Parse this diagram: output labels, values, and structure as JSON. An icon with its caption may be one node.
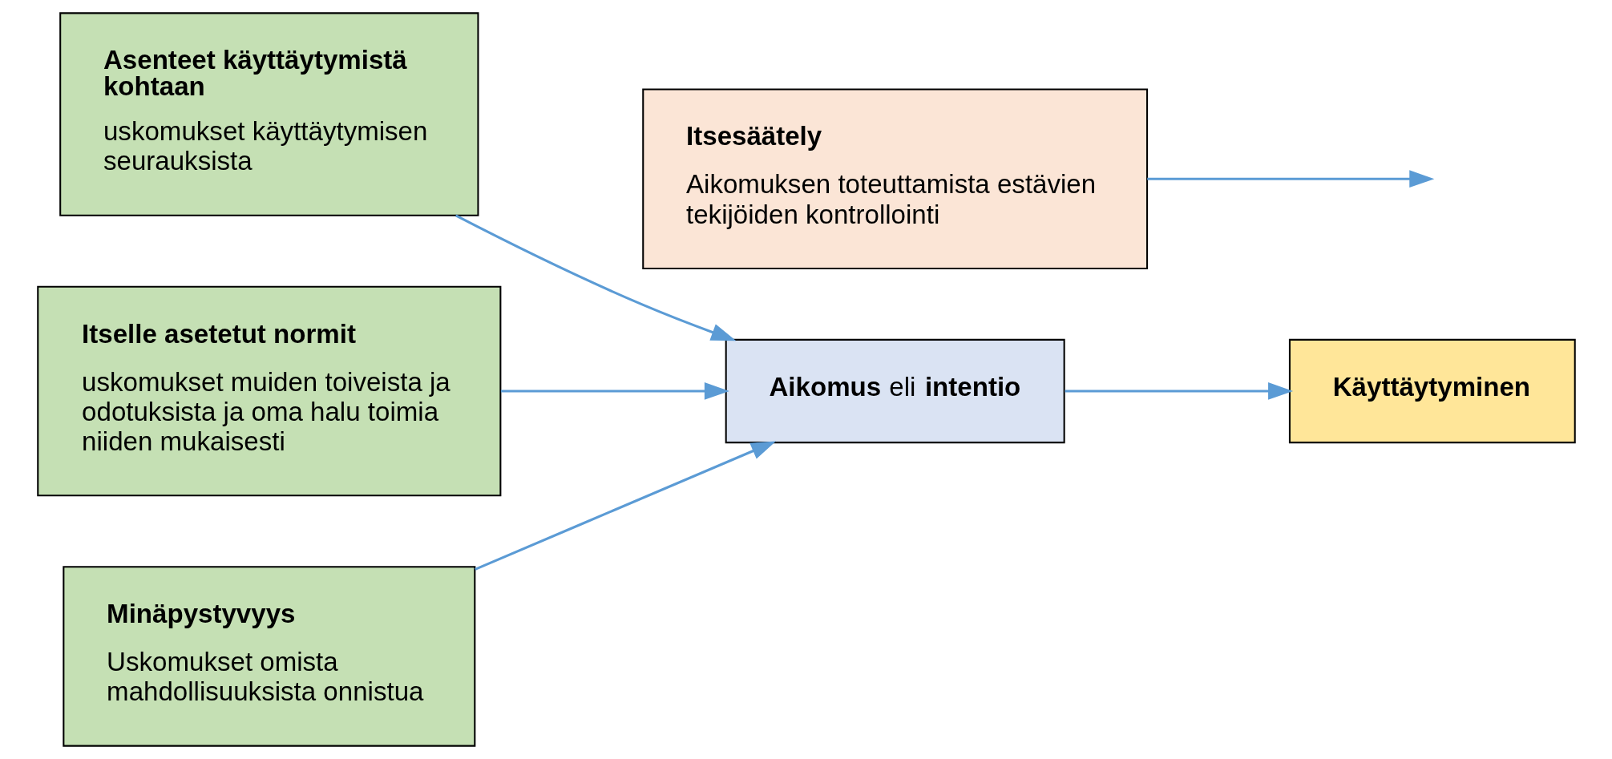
{
  "diagram": {
    "nodes": [
      {
        "text": [
          "Asenteet käyttäytymistä kohtaan",
          "uskomukset käyttäytymisen seurauksista"
        ]
      },
      {
        "text": [
          "Itselle asetetut normit",
          "uskomukset muiden toiveista ja odotuksista ja oma halu toimia niiden mukaisesti"
        ]
      },
      {
        "text": [
          "Minäpystyvyys",
          "Uskomukset omista mahdollisuuksista onnistua"
        ]
      },
      {
        "text": [
          "Itsesäätely",
          "Aikomuksen toteuttamista estävien tekijöiden kontrollointi"
        ]
      },
      {
        "text": [
          "**Aikomus** eli **intentio**"
        ]
      },
      {
        "text": [
          "Käyttäytyminen"
        ]
      }
    ],
    "edges": [
      {
        "from": 0,
        "to": 4,
        "arrow": "to"
      },
      {
        "from": 1,
        "to": 4,
        "arrow": "to"
      },
      {
        "from": 2,
        "to": 4,
        "arrow": "to"
      },
      {
        "from": 4,
        "to": 5,
        "arrow": "to"
      },
      {
        "from": 3,
        "to": null,
        "arrow": "to"
      }
    ]
  }
}
